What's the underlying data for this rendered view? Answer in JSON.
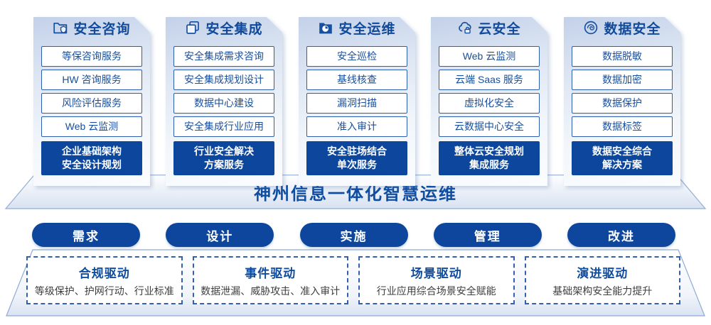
{
  "palette": {
    "primary_blue": "#0d469c",
    "title_blue": "#114a9b",
    "box_border_blue": "#2d5fae",
    "card_gradient_top": "#c3d1e9",
    "banner_gradient_bottom": "#d8e2f1",
    "driver_desc_text": "#3e3e3e"
  },
  "columns": [
    {
      "icon": "folder-shield-icon",
      "title": "安全咨询",
      "items": [
        "等保咨询服务",
        "HW 咨询服务",
        "风险评估服务",
        "Web 云监测"
      ],
      "highlight": "企业基础架构\n安全设计规划"
    },
    {
      "icon": "documents-icon",
      "title": "安全集成",
      "items": [
        "安全集成需求咨询",
        "安全集成规划设计",
        "数据中心建设",
        "安全集成行业应用"
      ],
      "highlight": "行业安全解决\n方案服务"
    },
    {
      "icon": "folder-clock-icon",
      "title": "安全运维",
      "items": [
        "安全巡检",
        "基线核查",
        "漏洞扫描",
        "准入审计"
      ],
      "highlight": "安全驻场结合\n单次服务"
    },
    {
      "icon": "cloud-lock-icon",
      "title": "云安全",
      "items": [
        "Web 云监测",
        "云端 Saas 服务",
        "虚拟化安全",
        "云数据中心安全"
      ],
      "highlight": "整体云安全规划\n集成服务"
    },
    {
      "icon": "fingerprint-icon",
      "title": "数据安全",
      "items": [
        "数据脱敏",
        "数据加密",
        "数据保护",
        "数据标签"
      ],
      "highlight": "数据安全综合\n解决方案"
    }
  ],
  "banner": {
    "title": "神州信息一体化智慧运维"
  },
  "process_pills": [
    "需求",
    "设计",
    "实施",
    "管理",
    "改进"
  ],
  "drivers": [
    {
      "title": "合规驱动",
      "desc": "等级保护、护网行动、行业标准"
    },
    {
      "title": "事件驱动",
      "desc": "数据泄漏、威胁攻击、准入审计"
    },
    {
      "title": "场景驱动",
      "desc": "行业应用综合场景安全赋能"
    },
    {
      "title": "演进驱动",
      "desc": "基础架构安全能力提升"
    }
  ]
}
